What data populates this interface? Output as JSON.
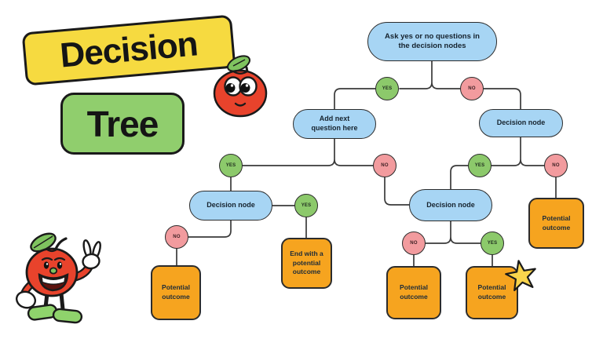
{
  "title": {
    "primary": "Decision",
    "secondary": "Tree"
  },
  "flow": {
    "root": "Ask yes or no questions in the decision nodes",
    "add_next": "Add next question here",
    "decision_node_right": "Decision node",
    "decision_node_left": "Decision node",
    "decision_node_mid": "Decision node",
    "yes": "YES",
    "no": "NO",
    "outcome": "Potential outcome",
    "outcome_end": "End with a potential outcome"
  },
  "icons": {
    "apple_small": "apple-icon",
    "apple_mascot": "apple-mascot-icon",
    "star": "star-icon"
  },
  "colors": {
    "node_blue": "#A7D5F4",
    "yes_green": "#8CC96B",
    "no_pink": "#F29B9E",
    "outcome_orange": "#F6A41F",
    "title_yellow": "#F6DA40",
    "title_green": "#90CE6D",
    "apple_red": "#E8432C",
    "leaf_green": "#7FC35F",
    "connector": "#3A3A3A"
  }
}
